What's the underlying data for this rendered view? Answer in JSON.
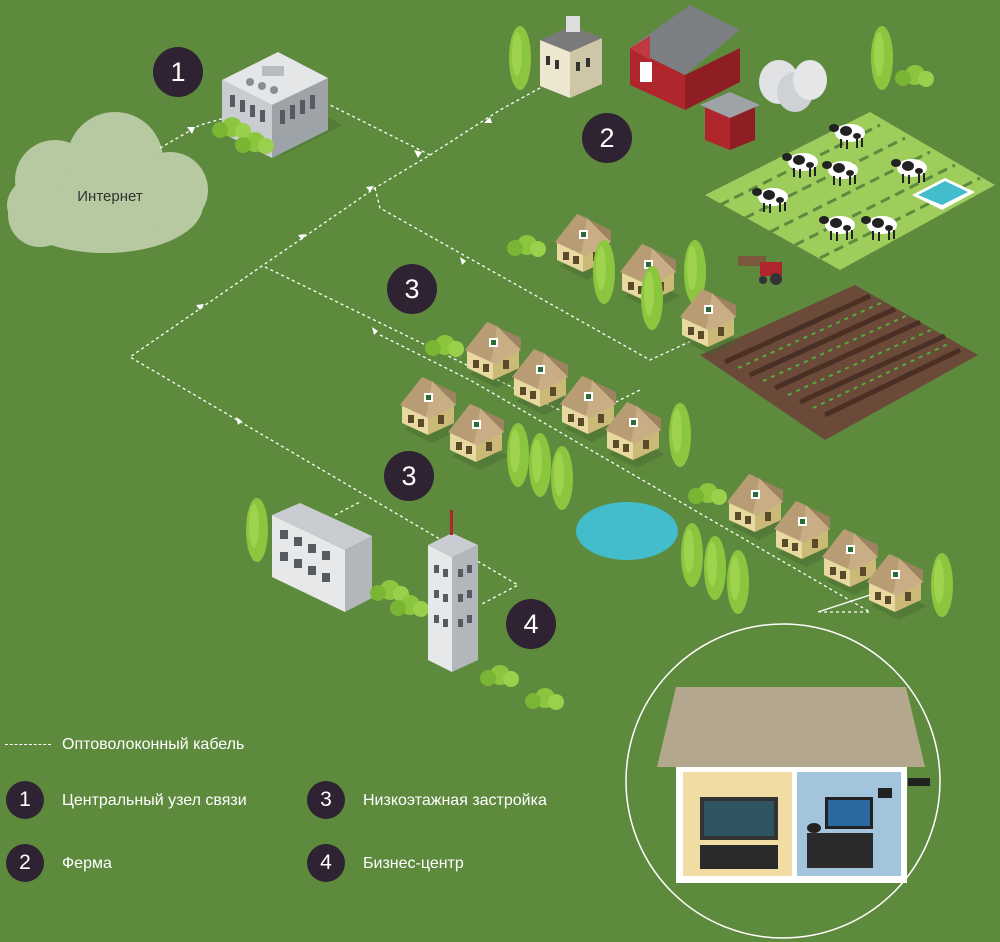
{
  "internet_label": "Интернет",
  "markers": [
    {
      "id": "hub",
      "number": "1"
    },
    {
      "id": "farm",
      "number": "2"
    },
    {
      "id": "village",
      "number": "3"
    },
    {
      "id": "village-south",
      "number": "3"
    },
    {
      "id": "business",
      "number": "4"
    }
  ],
  "legend": {
    "cable_label": "Оптоволоконный кабель",
    "items": [
      {
        "number": "1",
        "label": "Центральный узел связи"
      },
      {
        "number": "2",
        "label": "Ферма"
      },
      {
        "number": "3",
        "label": "Низкоэтажная застройка"
      },
      {
        "number": "4",
        "label": "Бизнес-центр"
      }
    ]
  },
  "colors": {
    "ground": "#5e8a3e",
    "badge": "#2e2233",
    "cable": "#ffffff",
    "cloud": "#b7c9a1",
    "pond": "#43bccb"
  }
}
